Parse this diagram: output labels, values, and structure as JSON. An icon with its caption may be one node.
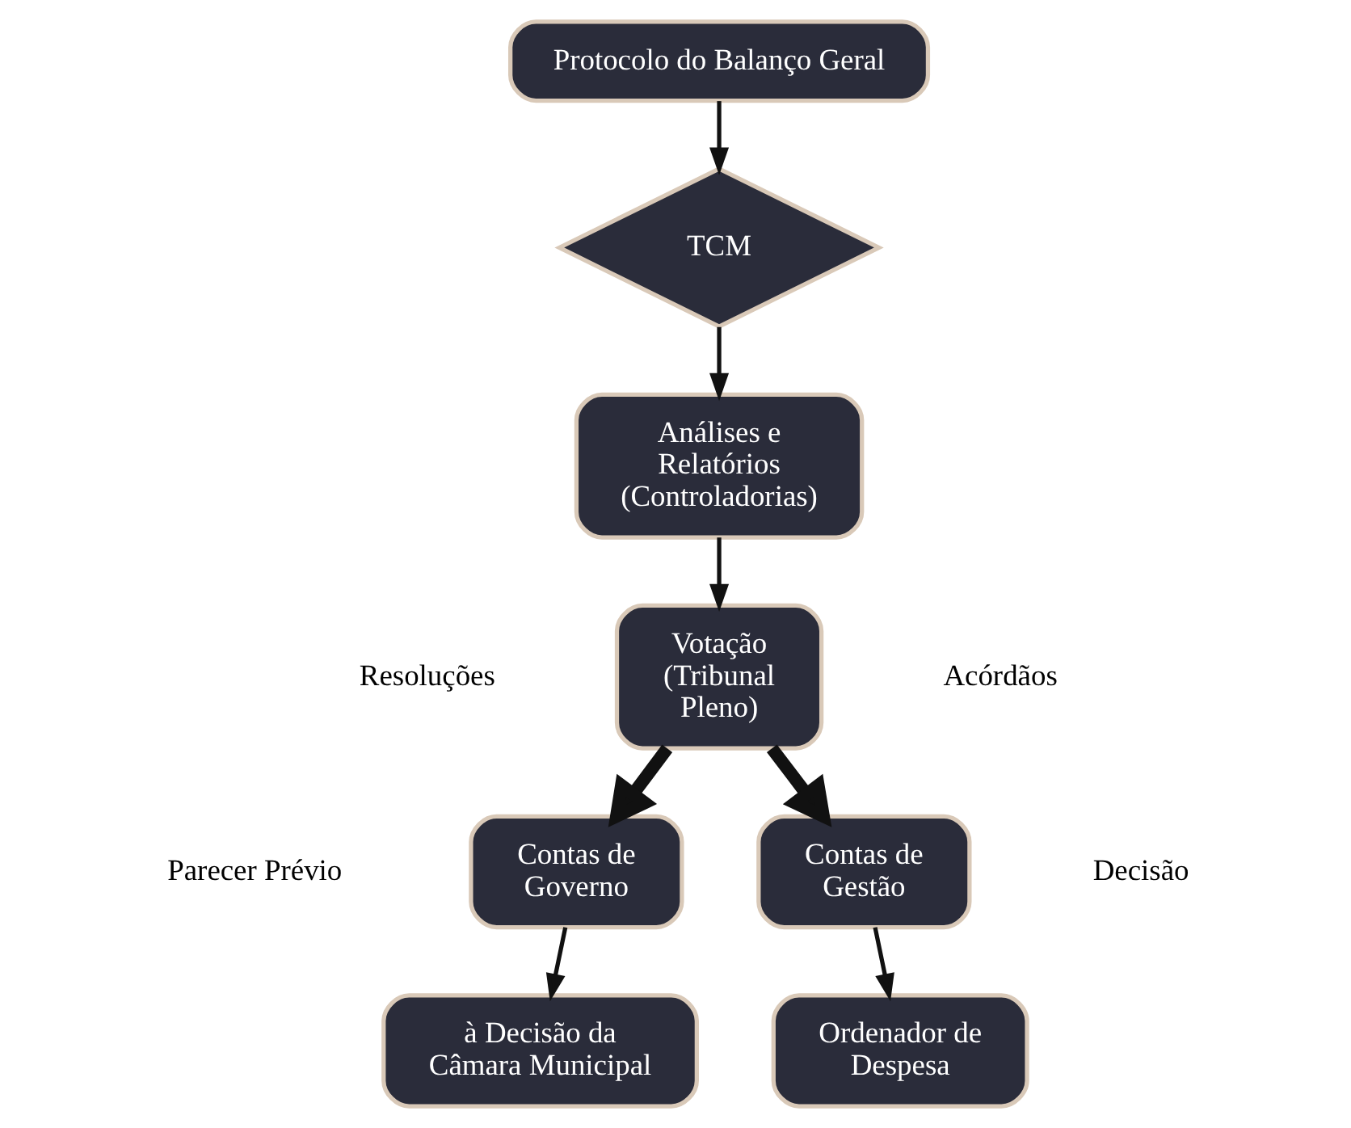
{
  "diagram": {
    "nodes": [
      {
        "text": [
          "Protocolo do Balanço Geral"
        ]
      },
      {
        "text": [
          "TCM"
        ]
      },
      {
        "text": [
          "Análises e Relatórios (Controladorias)"
        ]
      },
      {
        "text": [
          "Votação (Tribunal Pleno)"
        ]
      },
      {
        "text": [
          "Contas de Governo"
        ]
      },
      {
        "text": [
          "Contas de Gestão"
        ]
      },
      {
        "text": [
          "à Decisão da Câmara Municipal"
        ]
      },
      {
        "text": [
          "Ordenador de Despesa"
        ]
      }
    ],
    "edges": [
      {
        "from": 0,
        "to": 1,
        "arrow": "to"
      },
      {
        "from": 1,
        "to": 2,
        "arrow": "to"
      },
      {
        "from": 2,
        "to": 3,
        "arrow": "to"
      },
      {
        "from": 3,
        "to": 4,
        "arrow": "to",
        "style": "thick"
      },
      {
        "from": 3,
        "to": 5,
        "arrow": "to",
        "style": "thick"
      },
      {
        "from": 4,
        "to": 6,
        "arrow": "to"
      },
      {
        "from": 5,
        "to": 7,
        "arrow": "to"
      }
    ],
    "labels": [
      "Resoluções",
      "Acórdãos",
      "Parecer Prévio",
      "Decisão"
    ]
  }
}
